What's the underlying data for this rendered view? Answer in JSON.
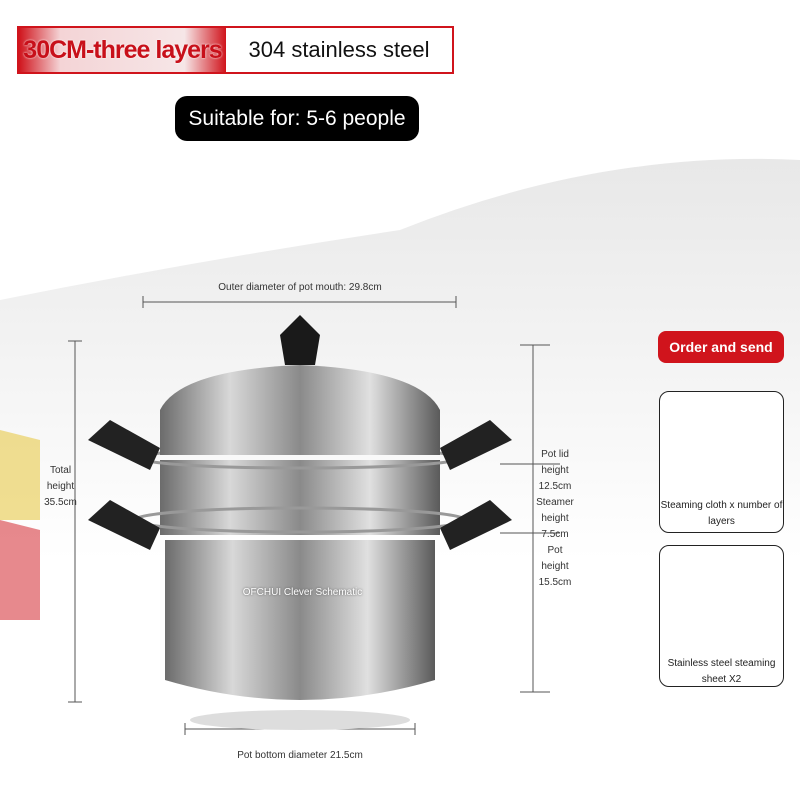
{
  "header": {
    "size_tag": "30CM-three layers",
    "material": "304 stainless steel",
    "suitable": "Suitable for: 5-6 people"
  },
  "dimensions": {
    "outer_diameter": "Outer diameter of pot mouth: 29.8cm",
    "total_height": [
      "Total",
      "height",
      "35.5cm"
    ],
    "right_labels": [
      "Pot lid",
      "height",
      "12.5cm",
      "Steamer",
      "height",
      "7.5cm",
      "Pot",
      "height",
      "15.5cm"
    ],
    "bottom_diameter": "Pot bottom diameter 21.5cm",
    "watermark": "OFCHUI Clever Schematic"
  },
  "accessories": {
    "title": "Order and send",
    "items": [
      {
        "label": "Steaming cloth x number of layers"
      },
      {
        "label": "Stainless steel steaming sheet X2"
      }
    ]
  },
  "colors": {
    "accent": "#d0141c"
  }
}
